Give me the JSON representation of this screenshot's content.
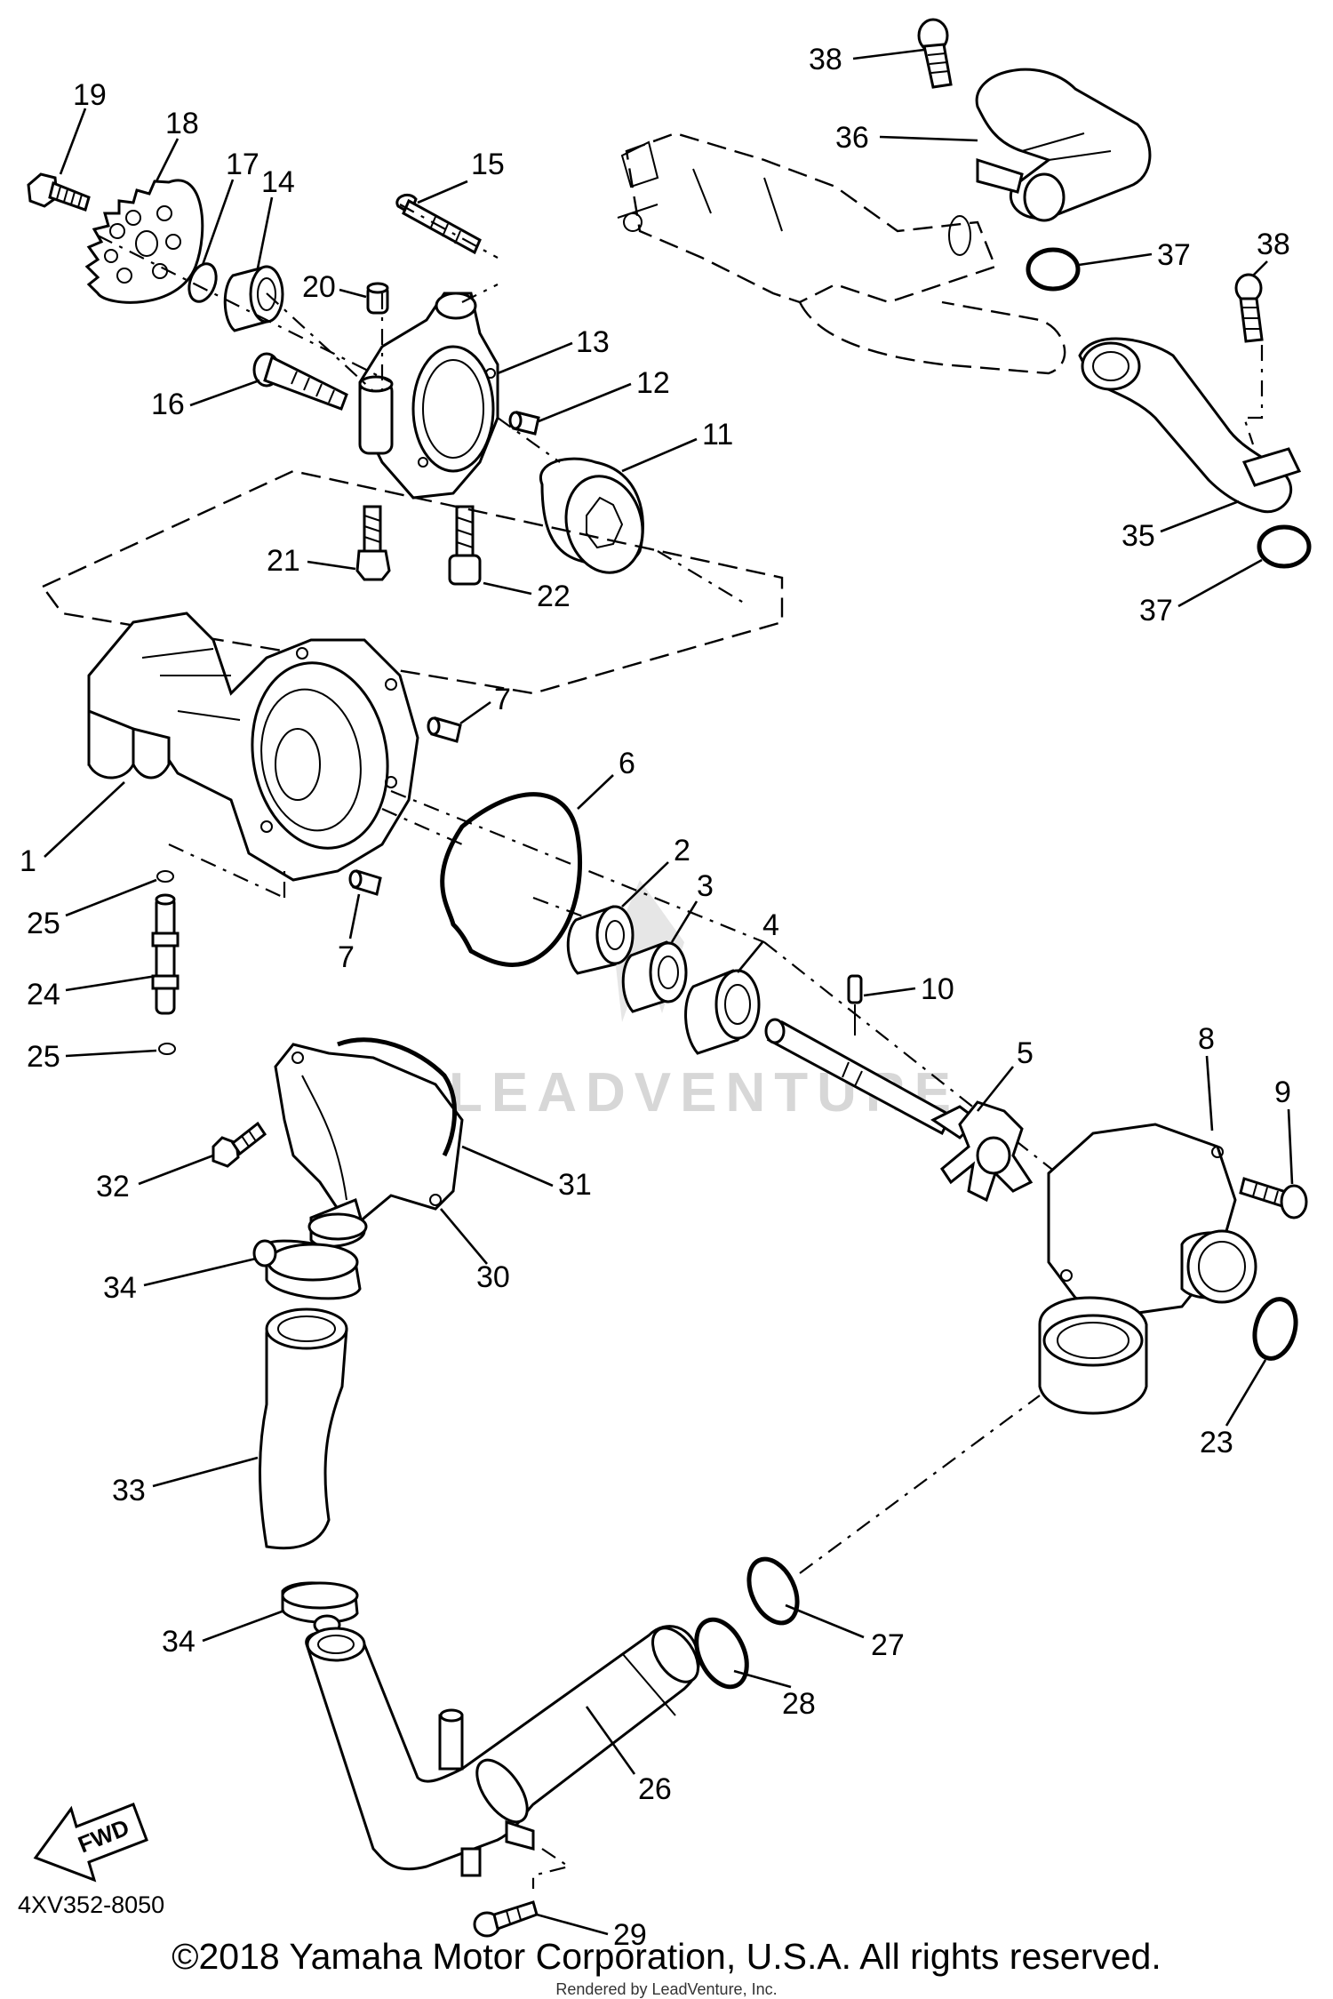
{
  "diagram": {
    "diagram_code": "4XV352-8050",
    "copyright": "©2018 Yamaha Motor Corporation, U.S.A. All rights reserved.",
    "rendered_by": "Rendered by LeadVenture, Inc.",
    "watermark": "LEADVENTURE",
    "fwd_label": "FWD"
  },
  "callouts": [
    "1",
    "2",
    "3",
    "4",
    "5",
    "6",
    "7",
    "7",
    "8",
    "9",
    "10",
    "11",
    "12",
    "13",
    "14",
    "15",
    "16",
    "17",
    "18",
    "19",
    "20",
    "21",
    "22",
    "23",
    "24",
    "25",
    "25",
    "26",
    "27",
    "28",
    "29",
    "30",
    "31",
    "32",
    "33",
    "34",
    "34",
    "35",
    "36",
    "37",
    "37",
    "38",
    "38"
  ]
}
